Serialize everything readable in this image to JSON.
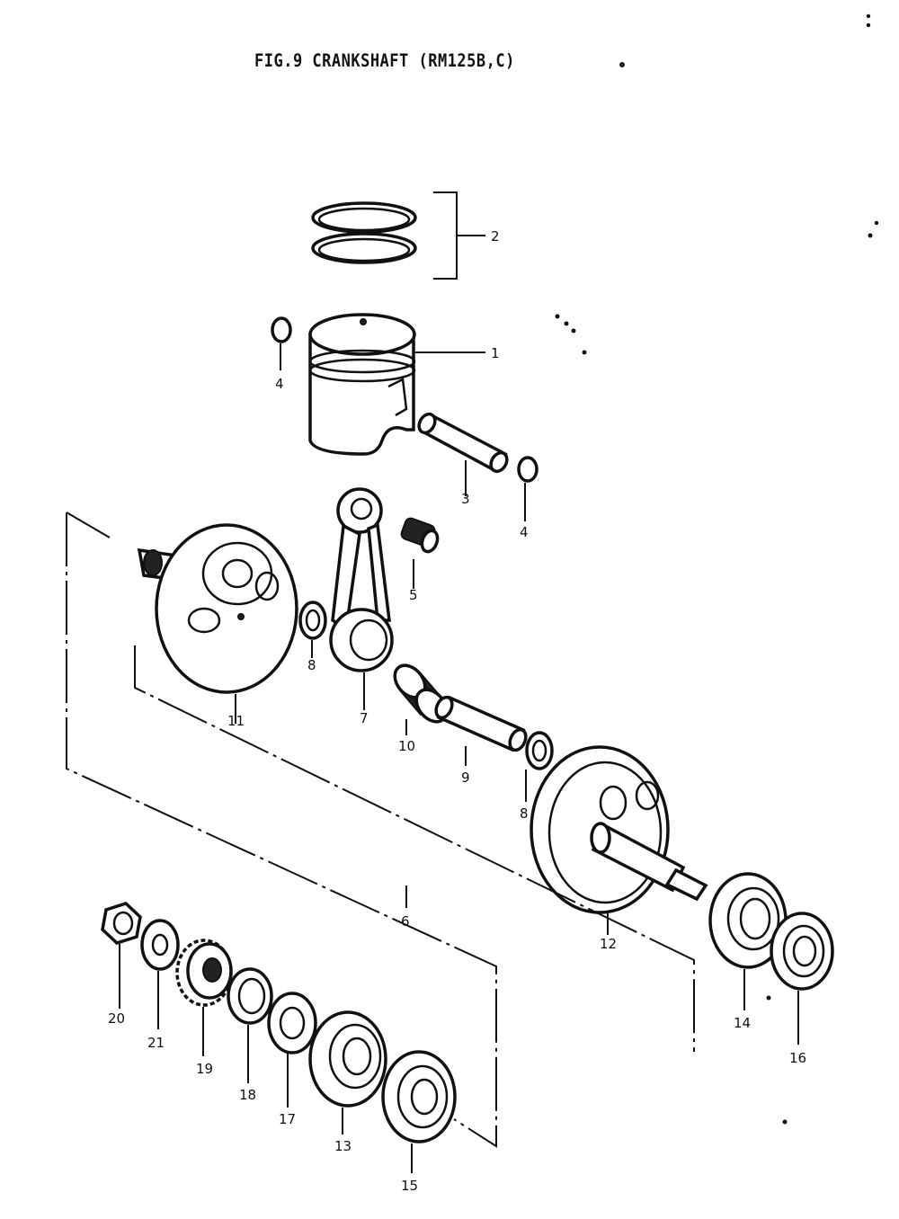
{
  "title": "FIG.9  CRANKSHAFT (RM125B,C)",
  "callouts": {
    "p1": "1",
    "p2": "2",
    "p3": "3",
    "p4a": "4",
    "p4b": "4",
    "p5": "5",
    "p6": "6",
    "p7": "7",
    "p8a": "8",
    "p8b": "8",
    "p9": "9",
    "p10": "10",
    "p11": "11",
    "p12": "12",
    "p13": "13",
    "p14": "14",
    "p15": "15",
    "p16": "16",
    "p17": "17",
    "p18": "18",
    "p19": "19",
    "p20": "20",
    "p21": "21"
  }
}
